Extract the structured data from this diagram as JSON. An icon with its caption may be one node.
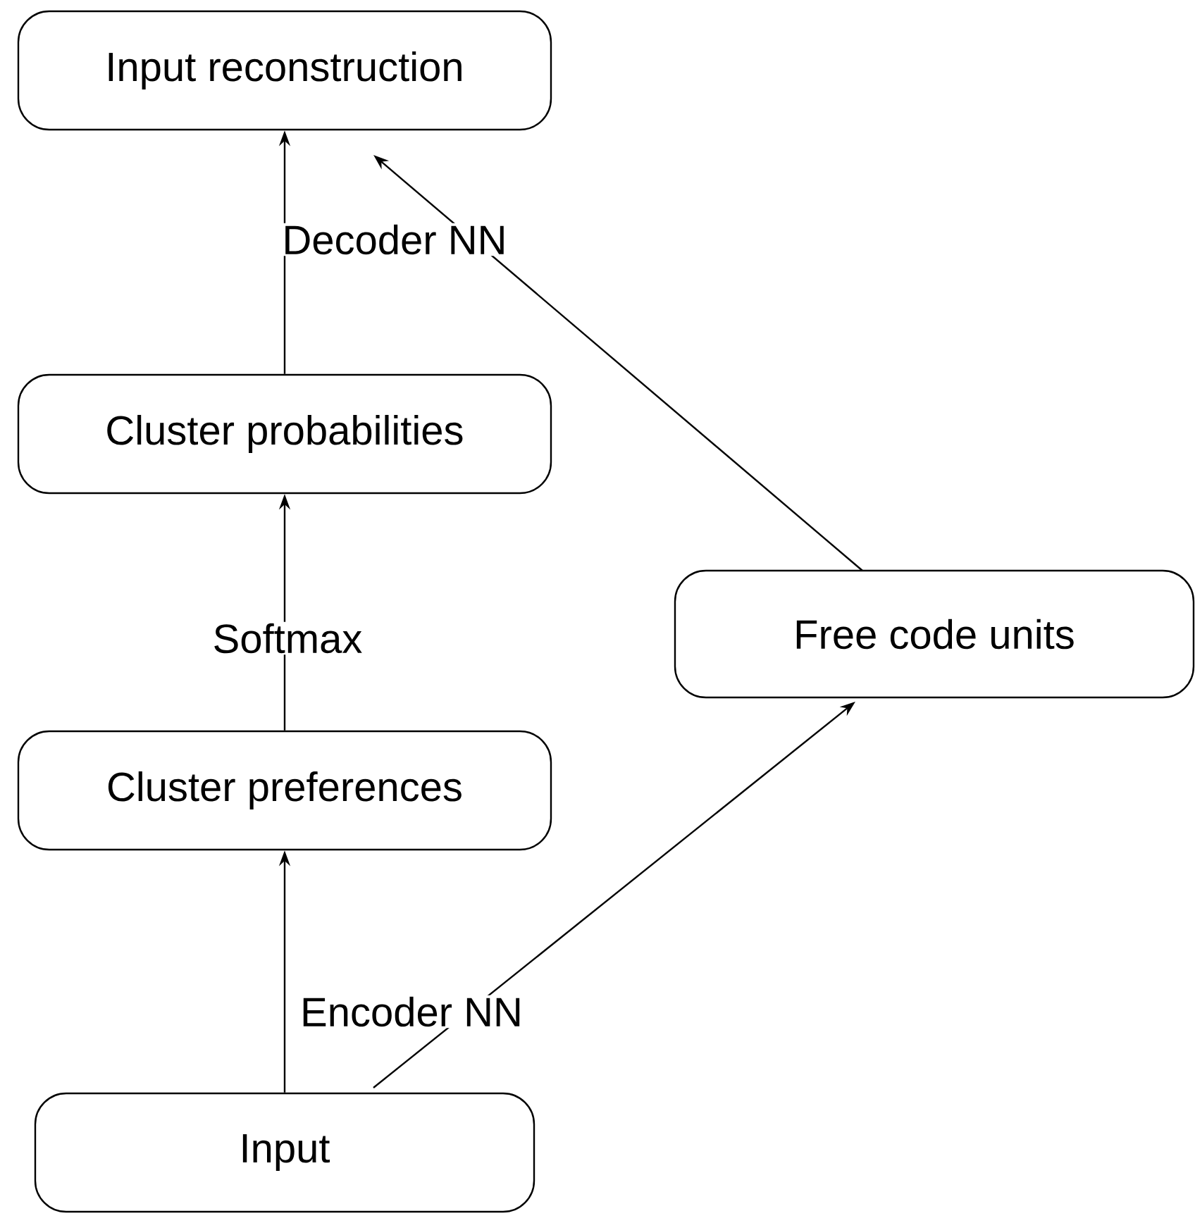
{
  "diagram": {
    "nodes": [
      {
        "text": [
          "Input reconstruction"
        ]
      },
      {
        "text": [
          "Cluster probabilities"
        ]
      },
      {
        "text": [
          "Free code units"
        ]
      },
      {
        "text": [
          "Cluster preferences"
        ]
      },
      {
        "text": [
          "Input"
        ]
      }
    ],
    "edges": [
      {
        "from": 1,
        "to": 0,
        "arrow": "to",
        "label": "Decoder NN"
      },
      {
        "from": 2,
        "to": 0,
        "arrow": "to"
      },
      {
        "from": 3,
        "to": 1,
        "arrow": "to",
        "label": "Softmax"
      },
      {
        "from": 4,
        "to": 3,
        "arrow": "to",
        "label": "Encoder NN"
      },
      {
        "from": 4,
        "to": 2,
        "arrow": "to"
      }
    ]
  }
}
